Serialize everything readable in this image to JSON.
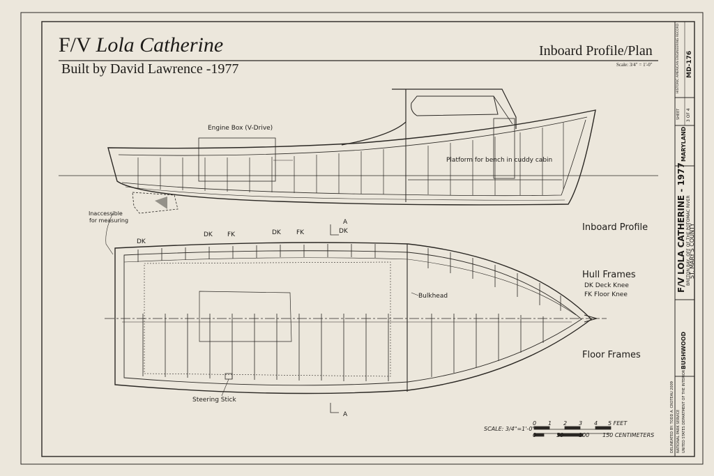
{
  "title": {
    "prefix": "F/V ",
    "name": "Lola Catherine",
    "subtitle": "Built by David Lawrence -1977"
  },
  "sheet_title": "Inboard Profile/Plan",
  "scale_note": "Scale: 3/4\" = 1'-0\"",
  "annotations": {
    "engine_box": "Engine Box (V-Drive)",
    "platform": "Platform for bench in cuddy cabin",
    "inaccessible": "Inaccessible",
    "for_measuring": "for measuring",
    "bulkhead": "Bulkhead",
    "steering_stick": "Steering Stick",
    "section_a": "A",
    "dk": "DK",
    "fk": "FK"
  },
  "legend": {
    "inboard_profile": "Inboard Profile",
    "hull_frames": "Hull Frames",
    "dk_def": "DK   Deck Knee",
    "fk_def": "FK   Floor Knee",
    "floor_frames": "Floor Frames"
  },
  "scale_bar": {
    "label": "SCALE: 3/4\"=1'-0\"",
    "feet": [
      "0",
      "1",
      "2",
      "3",
      "4",
      "5 FEET"
    ],
    "cm": [
      "0",
      "50",
      "100",
      "150 CENTIMETERS"
    ]
  },
  "title_block": {
    "project": "F/V LOLA CATHERINE - 1977",
    "location_line1": "BRETON BAY, OFF OF THE POTOMAC RIVER",
    "location_line2": "ST. MARY'S COUNTY",
    "agency1": "NATIONAL PARK SERVICE",
    "agency2": "UNITED STATES DEPARTMENT OF THE INTERIOR",
    "drawn_by": "DELINEATED BY: TODD A. CROTEAU 2009",
    "place": "BUSHWOOD",
    "state": "MARYLAND",
    "sheet_label": "SHEET",
    "sheet_no": "3 OF 4",
    "record": "HISTORIC AMERICAN ENGINEERING RECORD",
    "record_no": "MD-176"
  }
}
